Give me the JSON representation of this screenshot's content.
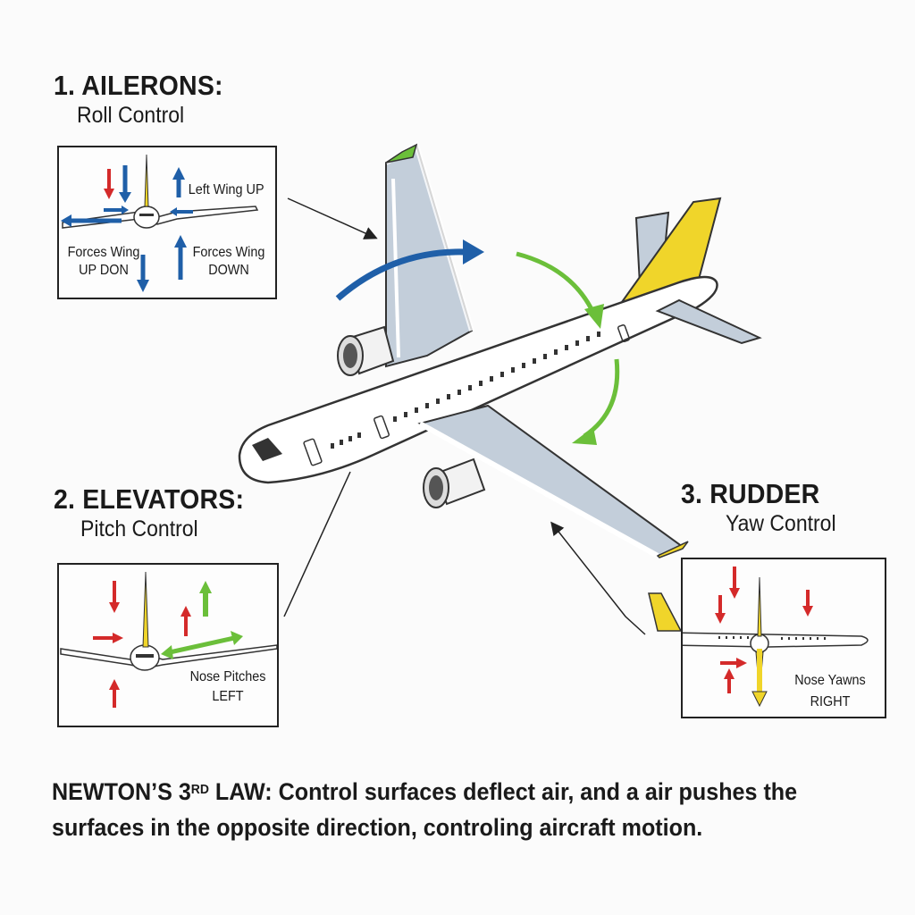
{
  "ailerons": {
    "title": "1. AILERONS:",
    "subtitle": "Roll Control",
    "labels": {
      "left_wing_up": "Left Wing UP",
      "forces_up_line1": "Forces Wing",
      "forces_up_line2": "UP DON",
      "forces_down_line1": "Forces Wing",
      "forces_down_line2": "DOWN"
    }
  },
  "elevators": {
    "title": "2. ELEVATORS:",
    "subtitle": "Pitch Control",
    "labels": {
      "nose_line1": "Nose Pitches",
      "nose_line2": "LEFT"
    }
  },
  "rudder": {
    "title": "3. RUDDER",
    "subtitle": "Yaw Control",
    "labels": {
      "nose_line1": "Nose Yawns",
      "nose_line2": "RIGHT"
    }
  },
  "footer": {
    "prefix": "NEWTON’S 3",
    "sup": "RD",
    "text": " LAW: Control surfaces deflect air, and a air pushes the surfaces in the opposite direction, controling aircraft motion."
  },
  "colors": {
    "blue": "#1f5fa8",
    "green": "#6bbf3a",
    "red": "#d42a2a",
    "yellow": "#f0d52a",
    "wing": "#c3ceda"
  }
}
